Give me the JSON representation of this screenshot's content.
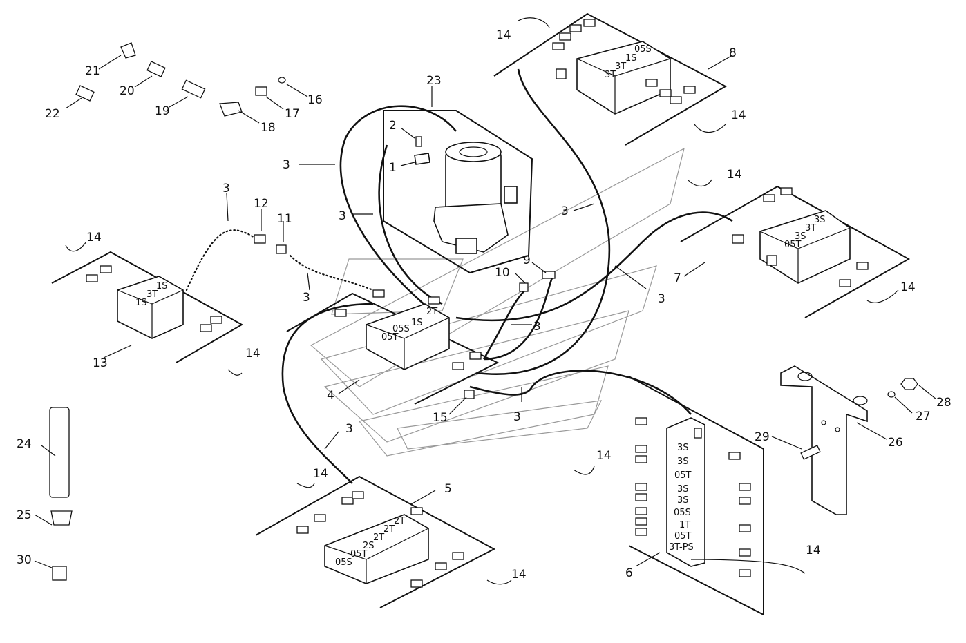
{
  "diagram": {
    "callouts": [
      "1",
      "2",
      "3",
      "4",
      "5",
      "6",
      "7",
      "8",
      "9",
      "10",
      "11",
      "12",
      "13",
      "14",
      "15",
      "16",
      "17",
      "18",
      "19",
      "20",
      "21",
      "22",
      "23",
      "24",
      "25",
      "26",
      "27",
      "28",
      "29",
      "30"
    ],
    "segment_labels": {
      "block8": [
        "05S",
        "1S",
        "3T",
        "3T"
      ],
      "block7": [
        "3S",
        "3T",
        "3S",
        "05T"
      ],
      "block13": [
        "1S",
        "3T",
        "1S"
      ],
      "block4": [
        "2T",
        "1S",
        "05S",
        "05T"
      ],
      "block5": [
        "2T",
        "2T",
        "2T",
        "2S",
        "05T",
        "05S"
      ],
      "block6": [
        "3S",
        "3S",
        "05T",
        "3S",
        "3S",
        "05S",
        "1T",
        "05T",
        "3T-PS"
      ]
    }
  }
}
